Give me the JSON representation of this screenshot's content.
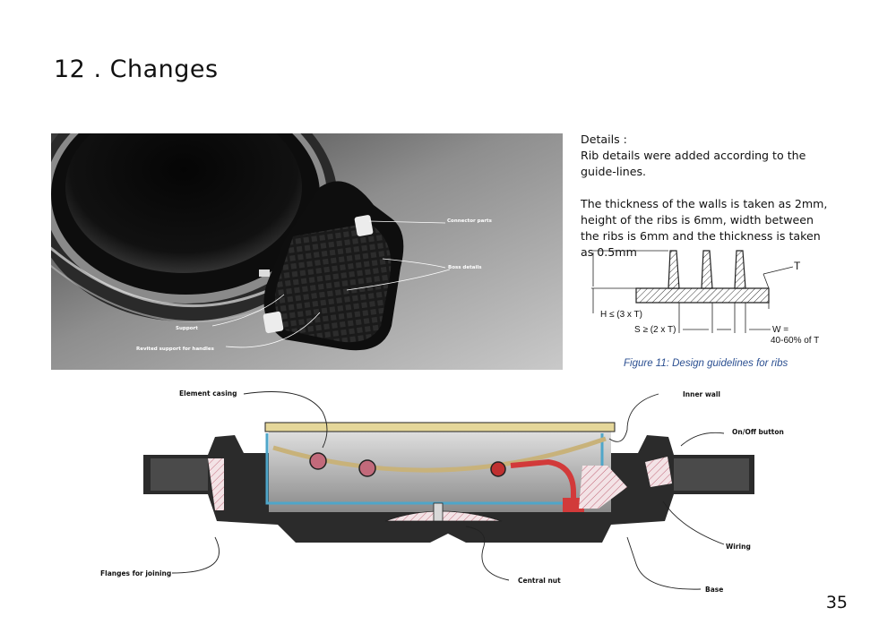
{
  "page": {
    "title": "12 . Changes",
    "page_number": "35"
  },
  "details": {
    "heading": "Details :",
    "line1": "Rib details were added according to the guide-lines.",
    "line2": "The thickness of the walls is taken as 2mm, height of the ribs is 6mm, width between the ribs is 6mm and the thickness is taken as 0.5mm"
  },
  "photo_labels": {
    "connector": "Connector parts",
    "boss": "Boss details",
    "support": "Support",
    "revited": "Revited support for handles"
  },
  "rib_figure": {
    "caption": "Figure 11: Design guidelines for ribs",
    "t_label": "T",
    "h_label": "H ≤ (3 x T)",
    "s_label": "S ≥ (2 x T)",
    "w_label": "W =",
    "w_value": "40-60% of T"
  },
  "section_labels": {
    "element_casing": "Element casing",
    "inner_wall": "Inner wall",
    "on_off": "On/Off button",
    "wiring": "Wiring",
    "flanges": "Flanges for joining",
    "central_nut": "Central nut",
    "base": "Base"
  }
}
